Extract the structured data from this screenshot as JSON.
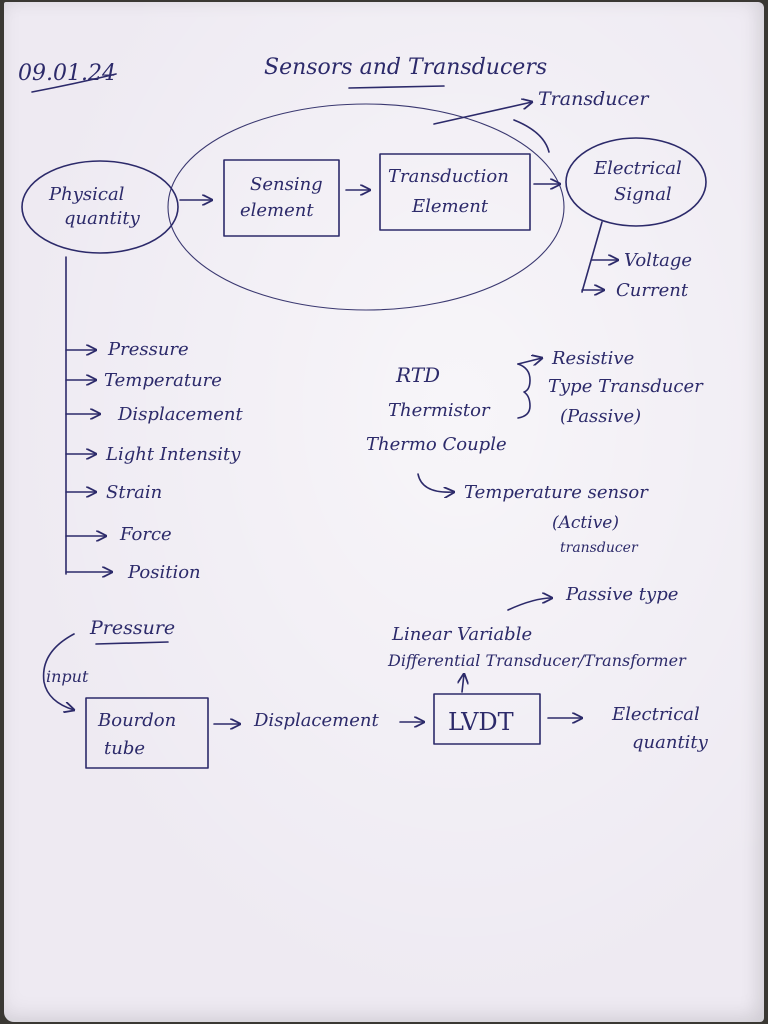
{
  "header": {
    "date": "09.01.24",
    "title": "Sensors and Transducers"
  },
  "block_diagram": {
    "transducer_label": "Transducer",
    "physical_quantity": [
      "Physical",
      "quantity"
    ],
    "sensing_element": [
      "Sensing",
      "element"
    ],
    "transduction_element": [
      "Transduction",
      "Element"
    ],
    "electrical_signal": [
      "Electrical",
      "Signal"
    ],
    "signal_types": [
      "Voltage",
      "Current"
    ]
  },
  "physical_quantities": [
    "Pressure",
    "Temperature",
    "Displacement",
    "Light Intensity",
    "Strain",
    "Force",
    "Position"
  ],
  "temperature_sensors": {
    "resistive_group": [
      "RTD",
      "Thermistor"
    ],
    "resistive_label": [
      "Resistive",
      "Type Transducer",
      "(Passive)"
    ],
    "thermocouple": "Thermo Couple",
    "temperature_label": [
      "Temperature sensor",
      "(Active)",
      "transducer"
    ]
  },
  "pressure_example": {
    "title": "Pressure",
    "input_label": "input",
    "bourdon_tube": [
      "Bourdon",
      "tube"
    ],
    "displacement": "Displacement",
    "lvdt": "LVDT",
    "electrical_quantity": [
      "Electrical",
      "quantity"
    ],
    "passive_type": "Passive type",
    "lvdt_full": [
      "Linear Variable",
      "Differential Transducer/Transformer"
    ]
  }
}
